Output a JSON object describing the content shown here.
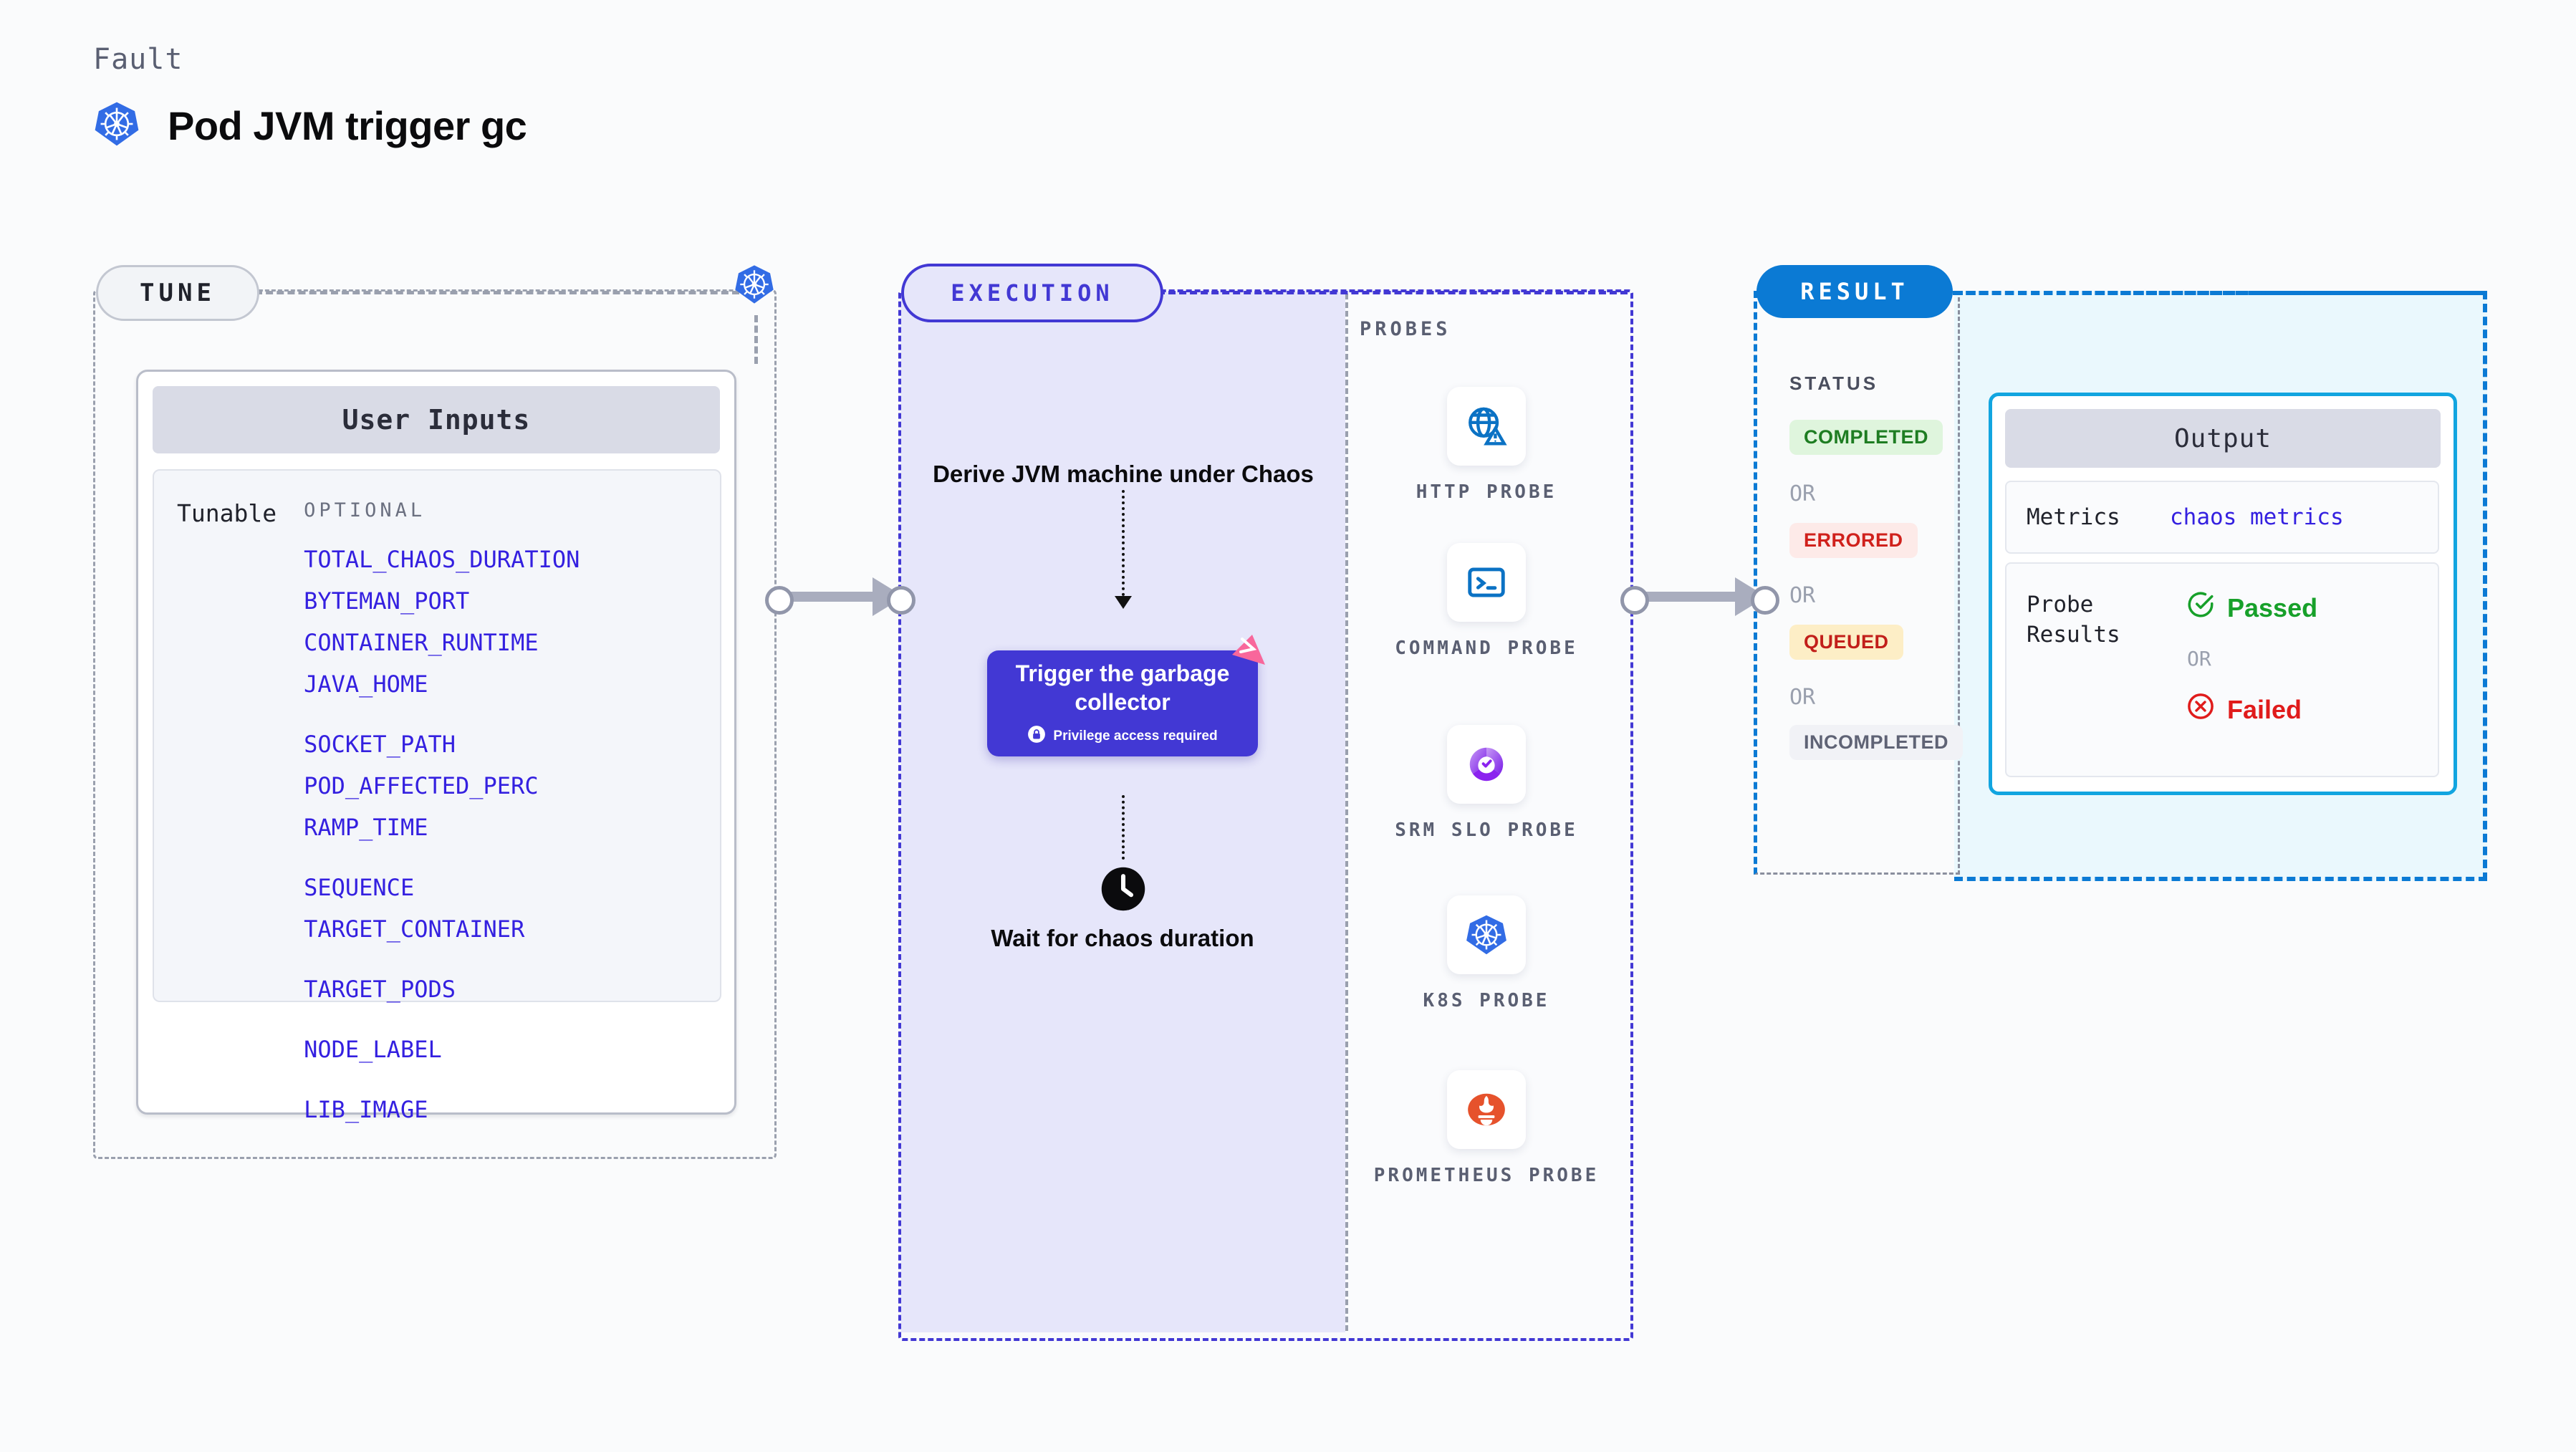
{
  "header": {
    "eyebrow": "Fault",
    "title": "Pod JVM trigger gc",
    "icon": "kubernetes-icon"
  },
  "tune": {
    "pill_label": "TUNE",
    "node_icon": "kubernetes-icon",
    "card": {
      "header": "User Inputs",
      "row_label": "Tunable",
      "group_label": "OPTIONAL",
      "tunables": [
        "TOTAL_CHAOS_DURATION",
        "BYTEMAN_PORT",
        "CONTAINER_RUNTIME",
        "JAVA_HOME",
        "SOCKET_PATH",
        "POD_AFFECTED_PERC",
        "RAMP_TIME",
        "SEQUENCE",
        "TARGET_CONTAINER",
        "TARGET_PODS",
        "NODE_LABEL",
        "LIB_IMAGE"
      ]
    }
  },
  "execution": {
    "pill_label": "EXECUTION",
    "step_derive": "Derive JVM machine under Chaos",
    "action": {
      "title": "Trigger the garbage collector",
      "privilege_note": "Privilege access required",
      "lock_icon": "lock-icon",
      "corner_badge": "litmus-badge-icon"
    },
    "wait": {
      "label": "Wait for chaos duration",
      "icon": "clock-icon"
    }
  },
  "probes": {
    "label": "PROBES",
    "items": [
      {
        "name": "HTTP PROBE",
        "icon": "globe-warning-icon"
      },
      {
        "name": "COMMAND PROBE",
        "icon": "terminal-icon"
      },
      {
        "name": "SRM SLO PROBE",
        "icon": "srm-slo-icon"
      },
      {
        "name": "K8S PROBE",
        "icon": "kubernetes-icon"
      },
      {
        "name": "PROMETHEUS PROBE",
        "icon": "prometheus-icon"
      }
    ]
  },
  "result": {
    "pill_label": "RESULT",
    "status_label": "STATUS",
    "or_label": "OR",
    "statuses": [
      {
        "text": "COMPLETED",
        "color": "#1e7d22",
        "bg": "#dff5dd"
      },
      {
        "text": "ERRORED",
        "color": "#d0211c",
        "bg": "#fdeae8"
      },
      {
        "text": "QUEUED",
        "color": "#c21f1a",
        "bg": "#fdeec6"
      },
      {
        "text": "INCOMPLETED",
        "color": "#5f6375",
        "bg": "#f1f2f6"
      }
    ],
    "output": {
      "header": "Output",
      "metrics_label": "Metrics",
      "metrics_value": "chaos metrics",
      "probe_results_label": "Probe Results",
      "passed": "Passed",
      "failed": "Failed",
      "or_label": "OR",
      "passed_icon": "check-circle-icon",
      "failed_icon": "x-circle-icon"
    }
  },
  "colors": {
    "brand_purple": "#4238d4",
    "brand_blue": "#0b7ad4",
    "k8s_blue": "#326ce5",
    "tunable_link": "#3420e0",
    "pink_badge": "#f8679b"
  }
}
